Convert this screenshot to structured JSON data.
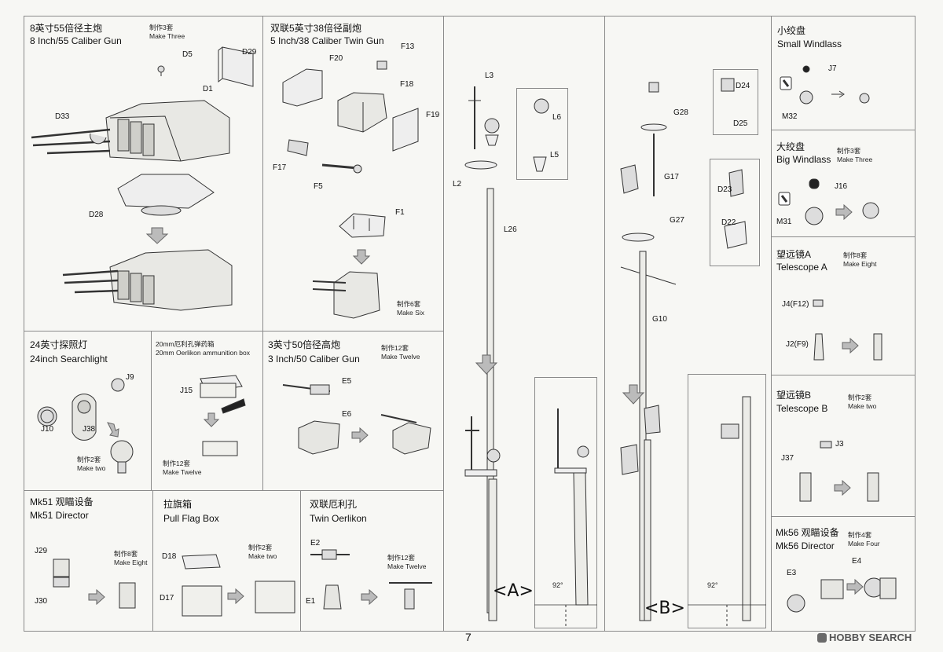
{
  "page_number": "7",
  "watermark": "HOBBY SEARCH",
  "panels": {
    "main_gun": {
      "title_cn": "8英寸55倍径主炮",
      "title_en": "8 Inch/55 Caliber Gun",
      "note_cn": "制作3套",
      "note_en": "Make Three",
      "parts": [
        "D5",
        "D29",
        "D1",
        "D33",
        "D28"
      ]
    },
    "twin_gun": {
      "title_cn": "双联5英寸38倍径副炮",
      "title_en": "5 Inch/38 Caliber Twin Gun",
      "note_cn": "制作6套",
      "note_en": "Make Six",
      "parts": [
        "F13",
        "F20",
        "F18",
        "F19",
        "F17",
        "F5",
        "F1"
      ]
    },
    "searchlight": {
      "title_cn": "24英寸探照灯",
      "title_en": "24inch Searchlight",
      "note_cn": "制作2套",
      "note_en": "Make two",
      "parts": [
        "J9",
        "J10",
        "J38"
      ]
    },
    "ammo_box": {
      "title_cn": "20mm厄利孔弹药箱",
      "title_en": "20mm Oerlikon ammunition box",
      "note_cn": "制作12套",
      "note_en": "Make Twelve",
      "parts": [
        "J15"
      ]
    },
    "aa_gun": {
      "title_cn": "3英寸50倍径高炮",
      "title_en": "3 Inch/50 Caliber Gun",
      "note_cn": "制作12套",
      "note_en": "Make Twelve",
      "parts": [
        "E5",
        "E6"
      ]
    },
    "mk51": {
      "title_cn": "Mk51 观瞄设备",
      "title_en": "Mk51  Director",
      "note_cn": "制作8套",
      "note_en": "Make Eight",
      "parts": [
        "J29",
        "J30"
      ]
    },
    "flag_box": {
      "title_cn": "拉旗箱",
      "title_en": "Pull Flag Box",
      "note_cn": "制作2套",
      "note_en": "Make two",
      "parts": [
        "D18",
        "D17"
      ]
    },
    "twin_oerlikon": {
      "title_cn": "双联厄利孔",
      "title_en": "Twin Oerlikon",
      "note_cn": "制作12套",
      "note_en": "Make Twelve",
      "parts": [
        "E2",
        "E1"
      ]
    },
    "mast_a": {
      "parts": [
        "L3",
        "L6",
        "L5",
        "L2",
        "L26"
      ],
      "marker": "<A>",
      "angle": "92°"
    },
    "mast_b": {
      "parts": [
        "D24",
        "D25",
        "G28",
        "G17",
        "D23",
        "D22",
        "G27",
        "G10"
      ],
      "marker": "<B>",
      "angle": "92°"
    },
    "small_windlass": {
      "title_cn": "小绞盘",
      "title_en": "Small Windlass",
      "parts": [
        "J7",
        "M32"
      ]
    },
    "big_windlass": {
      "title_cn": "大绞盘",
      "title_en": "Big Windlass",
      "note_cn": "制作3套",
      "note_en": "Make Three",
      "parts": [
        "J16",
        "M31"
      ]
    },
    "telescope_a": {
      "title_cn": "望远镜A",
      "title_en": "Telescope A",
      "note_cn": "制作8套",
      "note_en": "Make Eight",
      "parts": [
        "J4(F12)",
        "J2(F9)"
      ]
    },
    "telescope_b": {
      "title_cn": "望远镜B",
      "title_en": "Telescope B",
      "note_cn": "制作2套",
      "note_en": "Make two",
      "parts": [
        "J3",
        "J37"
      ]
    },
    "mk56": {
      "title_cn": "Mk56 观瞄设备",
      "title_en": "Mk56 Director",
      "note_cn": "制作4套",
      "note_en": "Make Four",
      "parts": [
        "E3",
        "E4"
      ]
    }
  }
}
